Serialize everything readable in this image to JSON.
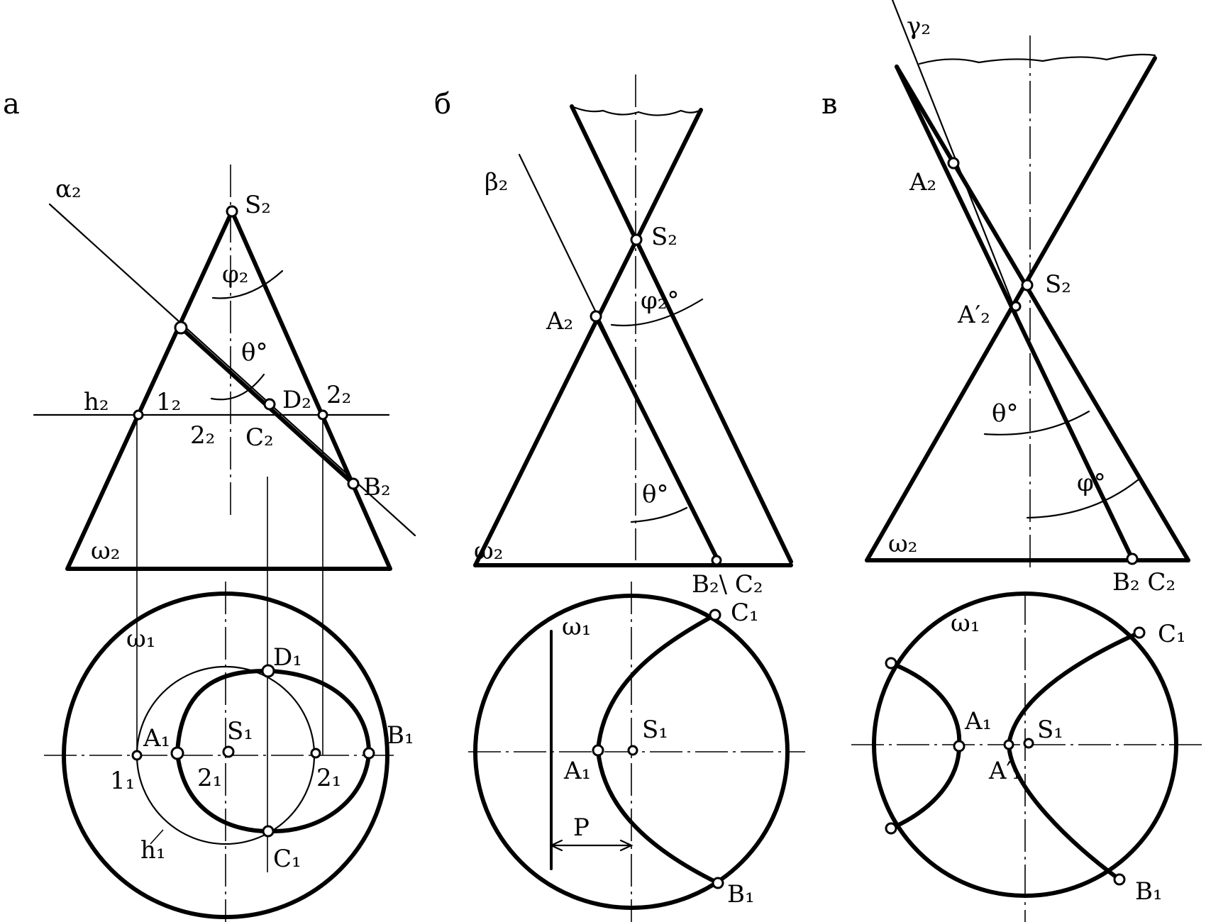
{
  "panels": [
    {
      "id": "a",
      "letter": "а",
      "labels": {
        "plane": "α₂",
        "apex": "S₂",
        "phi": "φ₂",
        "theta": "θ°",
        "h_front": "h₂",
        "pt1_front": "1₂",
        "pt2_front_left": "2₂",
        "pt2_front_right": "2₂",
        "D_front": "D₂",
        "C_front": "C₂",
        "B_front": "B₂",
        "base_front": "ω₂",
        "base_top": "ω₁",
        "D_top": "D₁",
        "A_top": "A₁",
        "S_top": "S₁",
        "B_top": "B₁",
        "pt1_top": "1₁",
        "pt2_top_left": "2₁",
        "pt2_top_right": "2₁",
        "h_top": "h₁",
        "C_top": "C₁"
      }
    },
    {
      "id": "b",
      "letter": "б",
      "labels": {
        "plane": "β₂",
        "apex": "S₂",
        "phi": "φ₂°",
        "A_front": "A₂",
        "theta": "θ°",
        "base_front": "ω₂",
        "BC_front": "B₂\\ C₂",
        "base_top": "ω₁",
        "C_top": "C₁",
        "S_top": "S₁",
        "A_top": "A₁",
        "P": "P",
        "B_top": "B₁"
      }
    },
    {
      "id": "c",
      "letter": "в",
      "labels": {
        "plane": "γ₂",
        "A_front": "A₂",
        "apex": "S₂",
        "A_prime_front": "A′₂",
        "theta": "θ°",
        "phi": "φ°",
        "base_front": "ω₂",
        "BC_front": "B₂ C₂",
        "base_top": "ω₁",
        "C_top": "C₁",
        "A_top": "A₁",
        "S_top": "S₁",
        "A_prime_top": "A′₁",
        "B_top": "B₁"
      }
    }
  ]
}
